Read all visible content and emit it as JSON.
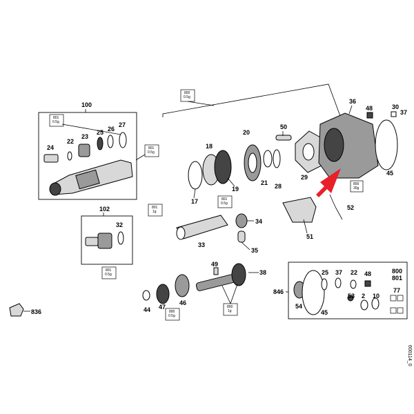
{
  "diagram": {
    "labels": {
      "p100": "100",
      "p801a": "801",
      "p05a": "0.5g",
      "p24": "24",
      "p22a": "22",
      "p23": "23",
      "p25a": "25",
      "p26": "26",
      "p27": "27",
      "p801b": "801",
      "p05b": "0.5g",
      "p800a": "800",
      "p05c": "0.5g",
      "p36": "36",
      "p48a": "48",
      "p30": "30",
      "p37a": "37",
      "p50": "50",
      "p20": "20",
      "p18": "18",
      "p29": "29",
      "p19": "19",
      "p21": "21",
      "p28": "28",
      "p17": "17",
      "p45a": "45",
      "p800b": "800",
      "p30g": "30g",
      "p102": "102",
      "p32": "32",
      "p801c": "801",
      "p05d": "0.5g",
      "p801d": "801",
      "p1g": "1g",
      "p801e": "801",
      "p05e": "0.5g",
      "p34": "34",
      "p33": "33",
      "p35": "35",
      "p52": "52",
      "p51": "51",
      "p49": "49",
      "p38": "38",
      "p44": "44",
      "p47": "47",
      "p46": "46",
      "p800c": "800",
      "p05f": "0.5g",
      "p800d": "800",
      "p1gb": "1g",
      "p846": "846",
      "p25b": "25",
      "p37b": "37",
      "p22b": "22",
      "p48b": "48",
      "p800e": "800",
      "p801f": "801",
      "p54": "54",
      "p53": "53",
      "p2": "2",
      "p10": "10",
      "p77": "77",
      "p45b": "45",
      "p836": "836",
      "side": "600114_0"
    },
    "colors": {
      "ink": "#000000",
      "arrow": "#e8202a",
      "paper": "#ffffff"
    }
  }
}
